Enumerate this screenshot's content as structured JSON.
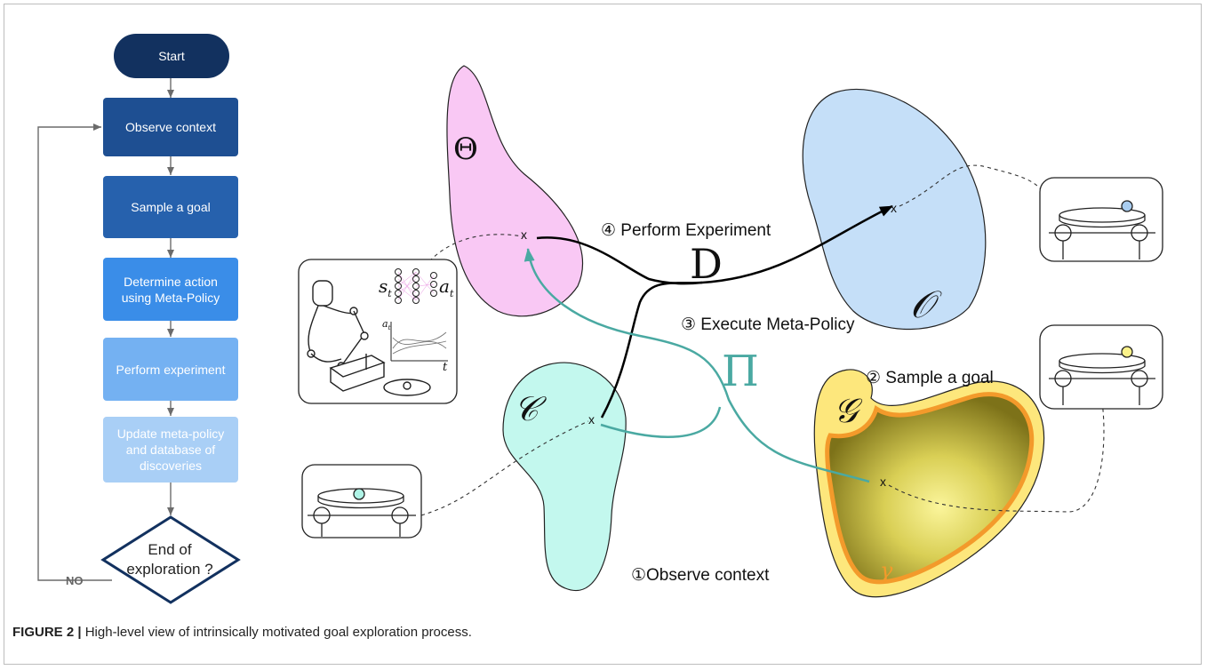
{
  "flowchart": {
    "start": "Start",
    "steps": [
      "Observe context",
      "Sample a goal",
      "Determine action using Meta-Policy",
      "Perform experiment",
      "Update meta-policy and database of discoveries"
    ],
    "decision": "End of exploration ?",
    "no_label": "NO"
  },
  "diagram": {
    "labels": {
      "perform_experiment": "④ Perform Experiment",
      "execute_meta_policy": "③ Execute Meta-Policy",
      "sample_goal": "② Sample a goal",
      "observe_context": "①Observe context"
    },
    "symbols": {
      "theta": "Θ",
      "d": "D",
      "pi": "Π",
      "c": "𝒞",
      "o": "𝒪",
      "g": "𝒢",
      "gamma": "γ",
      "s_t": "s",
      "a_t": "a",
      "t": "t",
      "a_t_axis": "a",
      "sub_t": "t",
      "x_mark": "x"
    },
    "colors": {
      "theta_fill": "#f9c8f4",
      "c_fill": "#c3f8ee",
      "o_fill": "#c5dff8",
      "g_outer": "#fde77c",
      "g_border": "#f39a2b",
      "pi_color": "#4aa9a2",
      "flow_dark": "#12315f",
      "flow_blue1": "#1e4f92",
      "flow_blue2": "#2d6cc0",
      "flow_blue3": "#3a8de8",
      "flow_blue4": "#74b1f2",
      "flow_blue5": "#a9cff6"
    }
  },
  "caption": {
    "label": "FIGURE 2 |",
    "text": " High-level view of intrinsically motivated goal exploration process."
  }
}
